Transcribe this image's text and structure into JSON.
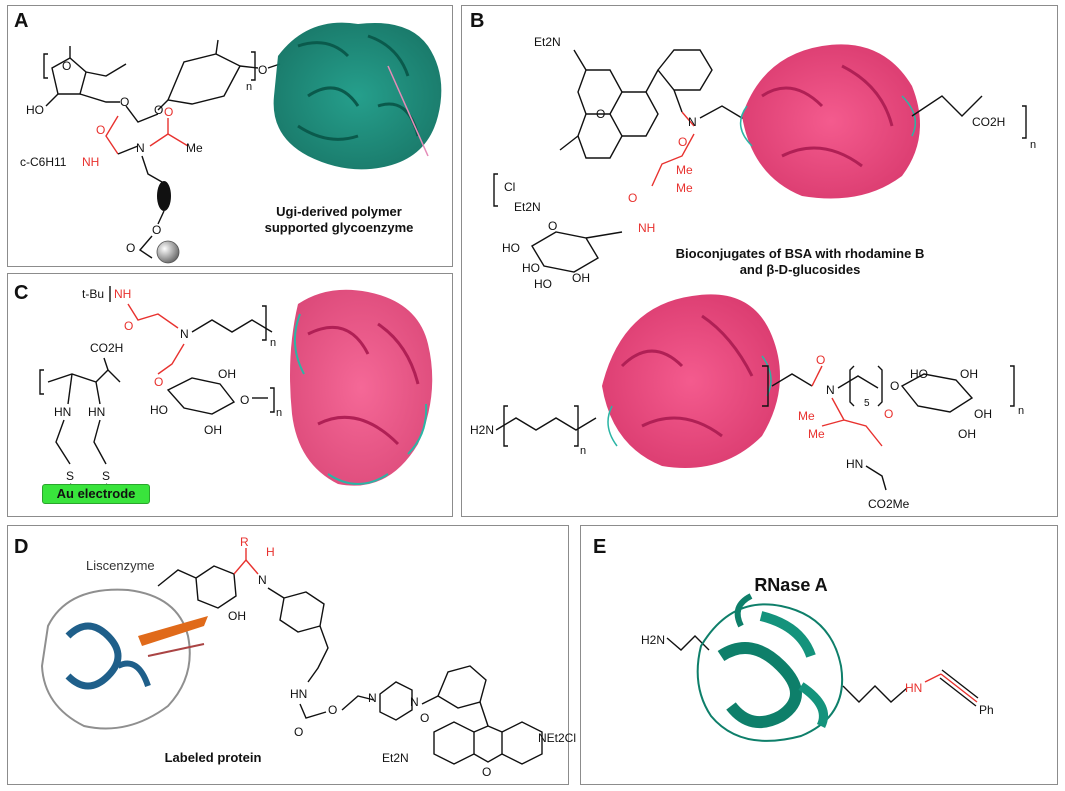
{
  "panels": [
    {
      "id": "A",
      "label": "A",
      "caption_lines": [
        "Ugi-derived polymer",
        "supported glycoenzyme"
      ]
    },
    {
      "id": "B",
      "label": "B",
      "caption_lines": [
        "Bioconjugates of BSA with rhodamine B",
        "and β-D-glucosides"
      ]
    },
    {
      "id": "C",
      "label": "C",
      "caption_lines": [
        "Au electrode"
      ]
    },
    {
      "id": "D",
      "label": "D",
      "caption_lines": [
        "Labeled protein"
      ],
      "sub_label": "Liscenzyme"
    },
    {
      "id": "E",
      "label": "E",
      "caption_lines": [
        "RNase A"
      ]
    }
  ],
  "atoms": {
    "A": {
      "o1": "O",
      "ho": "HO",
      "o2": "O",
      "o3": "O",
      "o4": "O",
      "n": "n",
      "o5": "O",
      "nh": "NH",
      "c6": "c-C6H11",
      "n2": "N",
      "o6": "O",
      "me": "Me",
      "o7": "O",
      "o8": "O"
    },
    "B": {
      "et2n": "Et2N",
      "cl": "Cl",
      "et2n2": "Et2N",
      "o": "O",
      "n": "N",
      "me1": "Me",
      "me2": "Me",
      "o2": "O",
      "nh": "NH",
      "oh": "HO",
      "co2h": "CO2H",
      "n_sub": "n",
      "ho1": "HO",
      "oh2": "OH",
      "ho3": "HO",
      "h2n": "H2N",
      "n2": "n",
      "o3": "O",
      "n3": "N",
      "s": "5",
      "o4": "O",
      "me3": "Me",
      "me4": "Me",
      "o5": "O",
      "hn": "HN",
      "co2me": "CO2Me",
      "ho4": "HO",
      "oh5": "OH",
      "oh6": "OH",
      "oh7": "OH",
      "n4": "n"
    },
    "C": {
      "tbu": "t-Bu",
      "nh": "NH",
      "o": "O",
      "n": "N",
      "co2h": "CO2H",
      "o2": "O",
      "oh": "OH",
      "hn1": "HN",
      "hn2": "HN",
      "ho": "HO",
      "oh2": "OH",
      "o3": "O",
      "n_sub": "n",
      "n2": "n",
      "s1": "S",
      "s2": "S"
    },
    "D": {
      "r": "R",
      "h": "H",
      "n": "N",
      "oh": "OH",
      "hn": "HN",
      "o": "O",
      "o2": "O",
      "n2": "N",
      "n3": "N",
      "o3": "O",
      "et2n": "Et2N",
      "o4": "O",
      "net2cl": "NEt2Cl"
    },
    "E": {
      "h2n": "H2N",
      "hn": "HN",
      "ph": "Ph"
    }
  }
}
